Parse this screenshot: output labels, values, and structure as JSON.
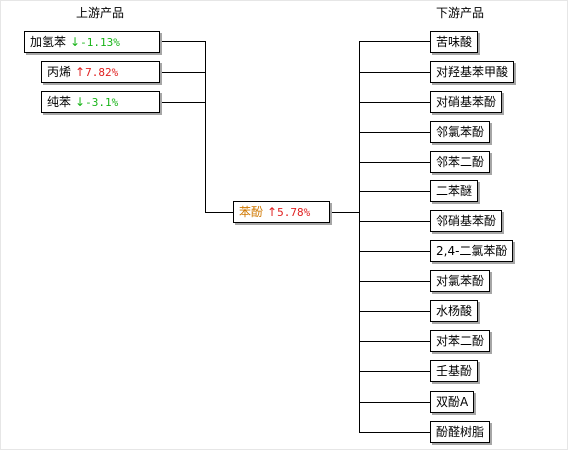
{
  "headings": {
    "upstream": "上游产品",
    "downstream": "下游产品"
  },
  "colors": {
    "up": "#e02020",
    "down": "#18b418",
    "center_name": "#d07800"
  },
  "upstream": [
    {
      "name": "加氢苯",
      "arrow": "↓",
      "change": "-1.13%",
      "direction": "down"
    },
    {
      "name": "丙烯",
      "arrow": "↑",
      "change": "7.82%",
      "direction": "up"
    },
    {
      "name": "纯苯",
      "arrow": "↓",
      "change": "-3.1%",
      "direction": "down"
    }
  ],
  "center": {
    "name": "苯酚",
    "arrow": "↑",
    "change": "5.78%",
    "direction": "up"
  },
  "downstream": [
    "苦味酸",
    "对羟基苯甲酸",
    "对硝基苯酚",
    "邻氯苯酚",
    "邻苯二酚",
    "二苯醚",
    "邻硝基苯酚",
    "2,4-二氯苯酚",
    "对氯苯酚",
    "水杨酸",
    "对苯二酚",
    "壬基酚",
    "双酚A",
    "酚醛树脂"
  ]
}
